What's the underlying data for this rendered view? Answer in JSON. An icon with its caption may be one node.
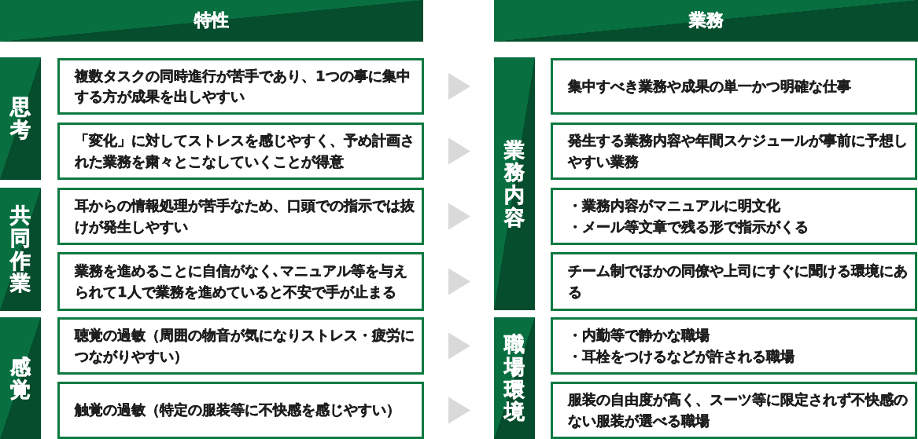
{
  "diagram": {
    "nodes": [
      {
        "text": [
          "特性"
        ]
      },
      {
        "text": [
          "業務"
        ]
      },
      {
        "text": [
          "思考"
        ]
      },
      {
        "text": [
          "複数タスクの同時進行が苦手であり、1つの事に集中する方が成果を出しやすい"
        ]
      },
      {
        "text": [
          "「変化」に対してストレスを感じやすく、予め計画された業務を粛々とこなしていくことが得意"
        ]
      },
      {
        "text": [
          "共同作業"
        ]
      },
      {
        "text": [
          "耳からの情報処理が苦手なため、口頭での指示では抜けが発生しやすい"
        ]
      },
      {
        "text": [
          "業務を進めることに自信がなく､マニュアル等を与えられて1人で業務を進めていると不安で手が止まる"
        ]
      },
      {
        "text": [
          "感覚"
        ]
      },
      {
        "text": [
          "聴覚の過敏（周囲の物音が気になりストレス・疲労につながりやすい）"
        ]
      },
      {
        "text": [
          "触覚の過敏（特定の服装等に不快感を感じやすい）"
        ]
      },
      {
        "text": [
          "業務内容"
        ]
      },
      {
        "text": [
          "集中すべき業務や成果の単一かつ明確な仕事"
        ]
      },
      {
        "text": [
          "発生する業務内容や年間スケジュールが事前に予想しやすい業務"
        ]
      },
      {
        "text": [
          "・業務内容がマニュアルに明文化",
          "・メール等文章で残る形で指示がくる"
        ]
      },
      {
        "text": [
          "チーム制でほかの同僚や上司にすぐに聞ける環境にある"
        ]
      },
      {
        "text": [
          "職場環境"
        ]
      },
      {
        "text": [
          "・内勤等で静かな職場",
          "・耳栓をつけるなどが許される職場"
        ]
      },
      {
        "text": [
          "服装の自由度が高く、スーツ等に限定されず不快感のない服装が選べる職場"
        ]
      }
    ],
    "edges": [
      {
        "from": 3,
        "to": 11,
        "arrow": "to"
      },
      {
        "from": 4,
        "to": 11,
        "arrow": "to"
      },
      {
        "from": 6,
        "to": 11,
        "arrow": "to"
      },
      {
        "from": 7,
        "to": 11,
        "arrow": "to"
      },
      {
        "from": 9,
        "to": 16,
        "arrow": "to"
      },
      {
        "from": 10,
        "to": 16,
        "arrow": "to"
      }
    ]
  }
}
